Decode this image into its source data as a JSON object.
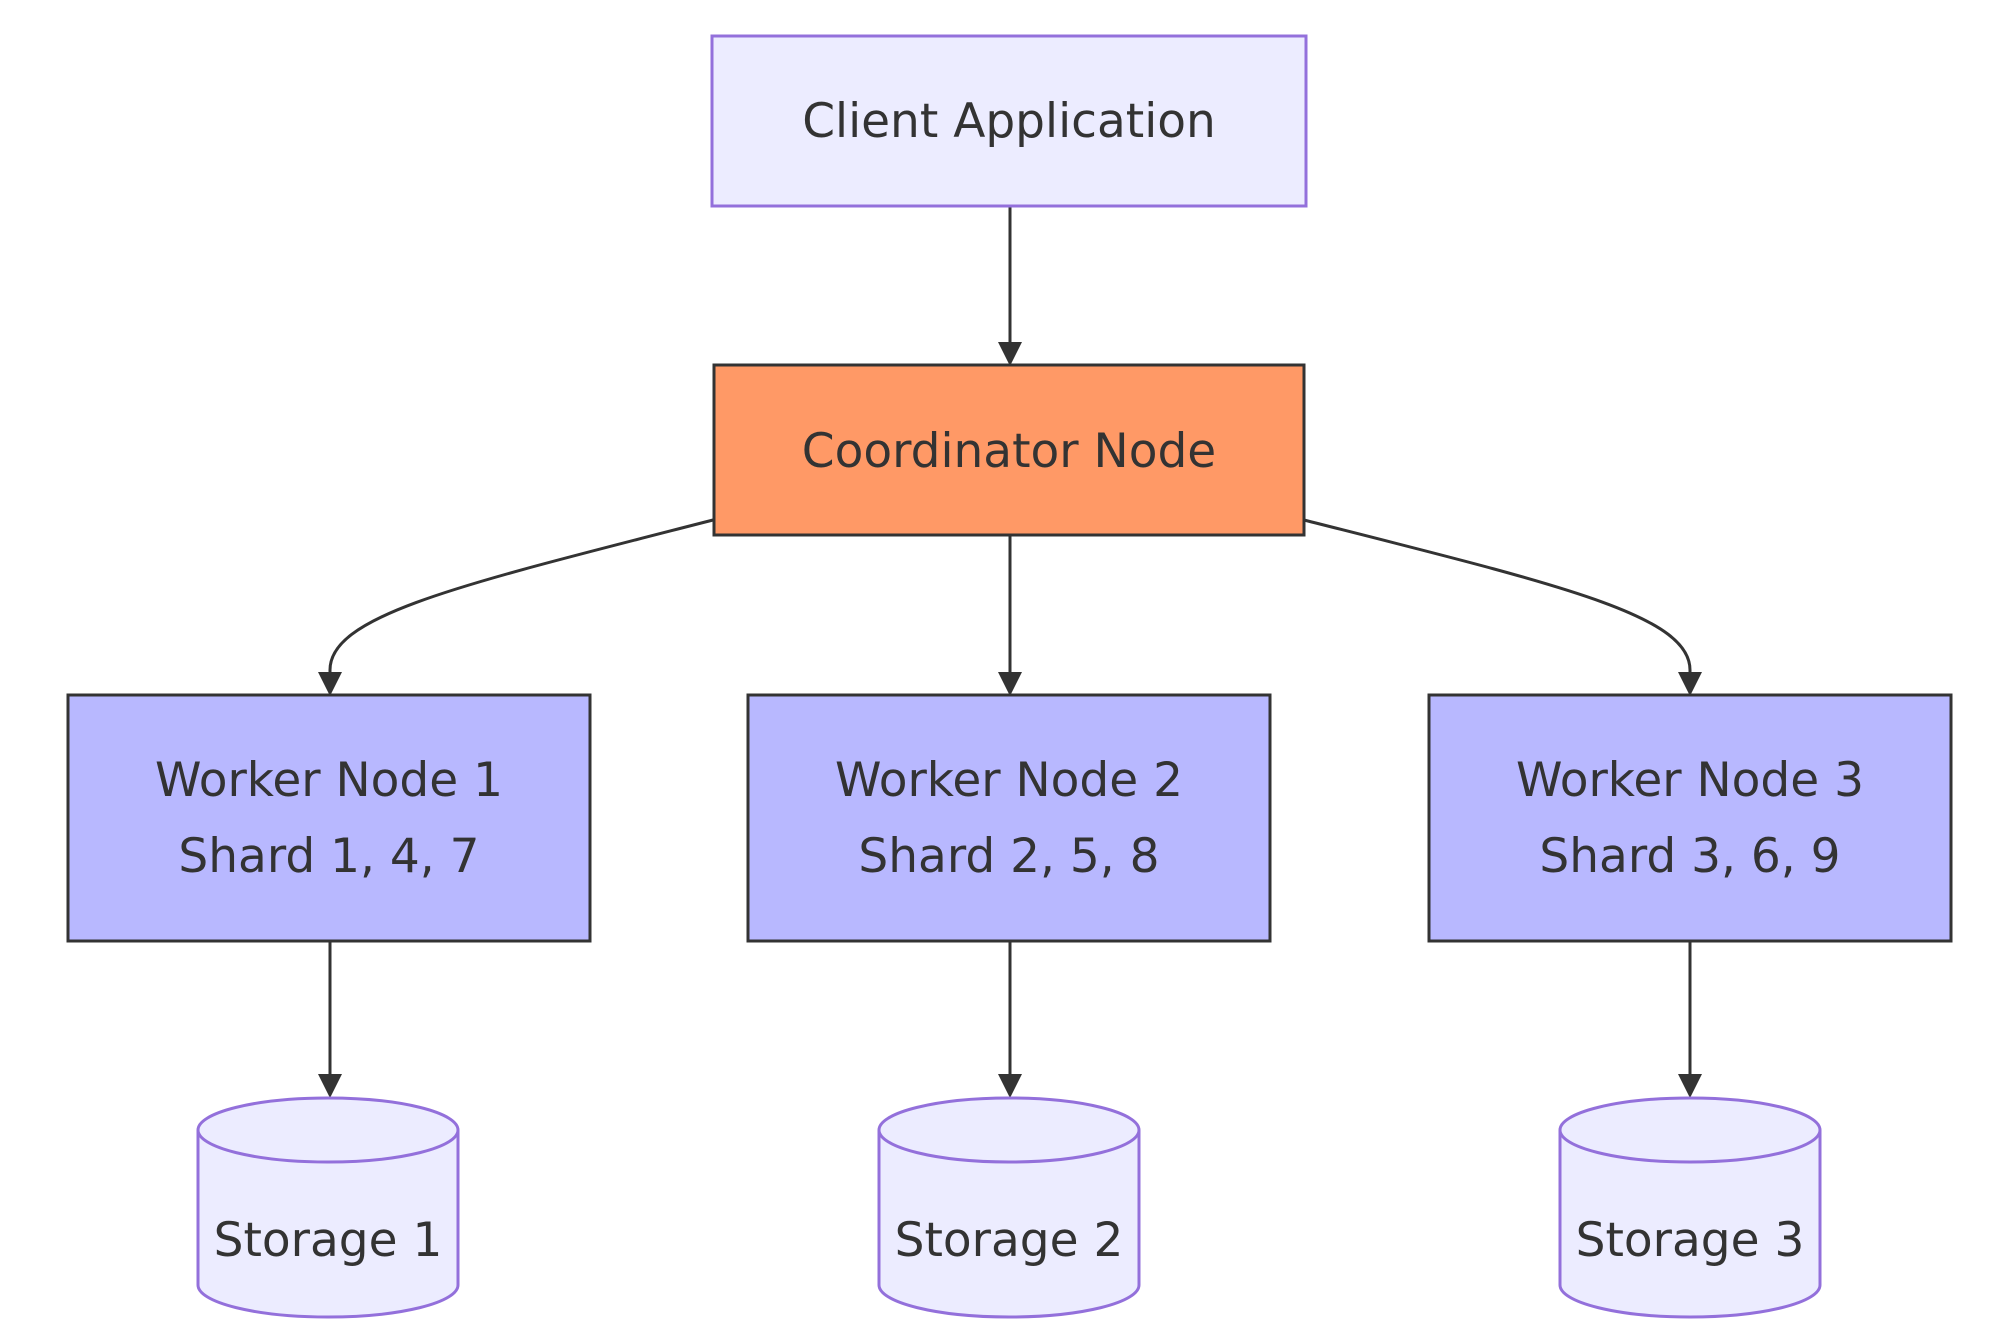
{
  "nodes": {
    "client": {
      "label": "Client Application",
      "fill": "#ececff",
      "stroke": "#9370db"
    },
    "coordinator": {
      "label": "Coordinator Node",
      "fill": "#ff9966",
      "stroke": "#333333"
    },
    "worker1": {
      "line1": "Worker Node 1",
      "line2": "Shard 1, 4, 7",
      "fill": "#b8b8ff",
      "stroke": "#333333"
    },
    "worker2": {
      "line1": "Worker Node 2",
      "line2": "Shard 2, 5, 8",
      "fill": "#b8b8ff",
      "stroke": "#333333"
    },
    "worker3": {
      "line1": "Worker Node 3",
      "line2": "Shard 3, 6, 9",
      "fill": "#b8b8ff",
      "stroke": "#333333"
    },
    "storage1": {
      "label": "Storage 1",
      "fill": "#ececff",
      "stroke": "#9370db"
    },
    "storage2": {
      "label": "Storage 2",
      "fill": "#ececff",
      "stroke": "#9370db"
    },
    "storage3": {
      "label": "Storage 3",
      "fill": "#ececff",
      "stroke": "#9370db"
    }
  },
  "edges": [
    {
      "from": "client",
      "to": "coordinator"
    },
    {
      "from": "coordinator",
      "to": "worker1"
    },
    {
      "from": "coordinator",
      "to": "worker2"
    },
    {
      "from": "coordinator",
      "to": "worker3"
    },
    {
      "from": "worker1",
      "to": "storage1"
    },
    {
      "from": "worker2",
      "to": "storage2"
    },
    {
      "from": "worker3",
      "to": "storage3"
    }
  ],
  "colors": {
    "edge": "#333333",
    "text": "#333333"
  }
}
